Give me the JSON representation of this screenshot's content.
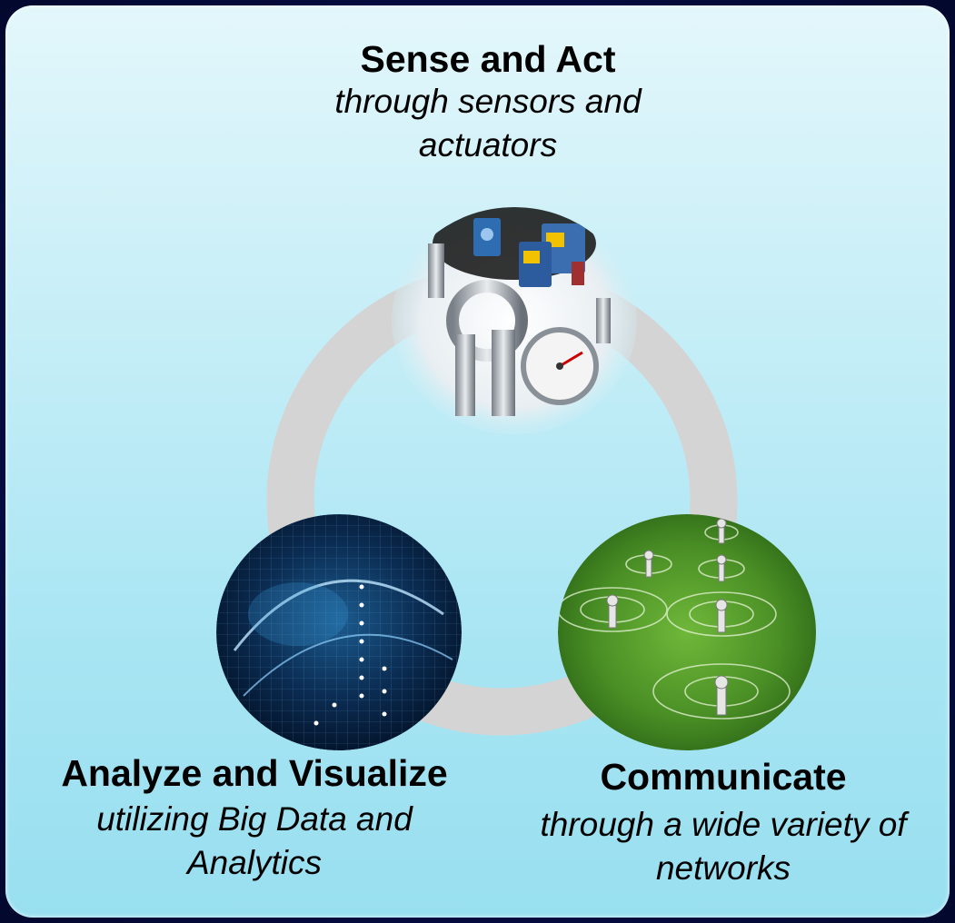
{
  "nodes": {
    "sense": {
      "title": "Sense and Act",
      "subtitle": "through sensors and actuators",
      "image_icon": "sensors-photo-icon"
    },
    "analyze": {
      "title": "Analyze and Visualize",
      "subtitle": "utilizing Big Data and Analytics",
      "image_icon": "data-globe-photo-icon"
    },
    "communicate": {
      "title": "Communicate",
      "subtitle": "through a wide variety of networks",
      "image_icon": "network-field-photo-icon"
    }
  },
  "colors": {
    "background": "#060c44",
    "panel": "#c6eef7",
    "ring": "#d9d9d9",
    "field_green": "#4e9a2a",
    "data_blue": "#0e3a68"
  }
}
